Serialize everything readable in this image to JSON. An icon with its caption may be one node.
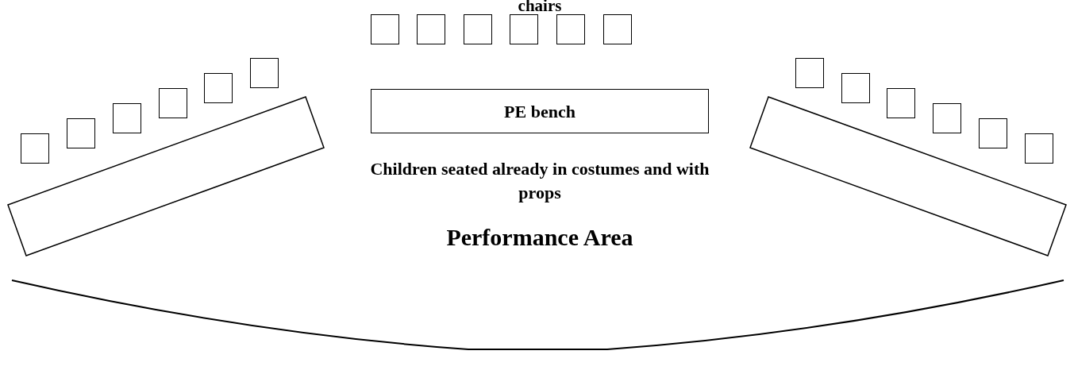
{
  "diagram": {
    "nodes": [
      {
        "text": [],
        "shape": "box"
      },
      {
        "text": [],
        "shape": "box"
      },
      {
        "text": [],
        "shape": "box"
      },
      {
        "text": [],
        "shape": "box"
      },
      {
        "text": [],
        "shape": "box"
      },
      {
        "text": [],
        "shape": "box"
      },
      {
        "text": [],
        "shape": "box"
      },
      {
        "text": [],
        "shape": "box"
      },
      {
        "text": [],
        "shape": "box"
      },
      {
        "text": [],
        "shape": "box"
      },
      {
        "text": [],
        "shape": "box"
      },
      {
        "text": [],
        "shape": "box"
      },
      {
        "text": [],
        "shape": "box"
      },
      {
        "text": [],
        "shape": "box"
      },
      {
        "text": [],
        "shape": "box"
      },
      {
        "text": [],
        "shape": "box"
      },
      {
        "text": [],
        "shape": "box"
      },
      {
        "text": [],
        "shape": "box"
      },
      {
        "text": [],
        "shape": "bar"
      },
      {
        "text": [
          "PE bench"
        ]
      },
      {
        "text": [],
        "shape": "bar"
      }
    ],
    "labels": [
      "chairs",
      "Children seated already in costumes and with props",
      "Performance Area"
    ]
  }
}
